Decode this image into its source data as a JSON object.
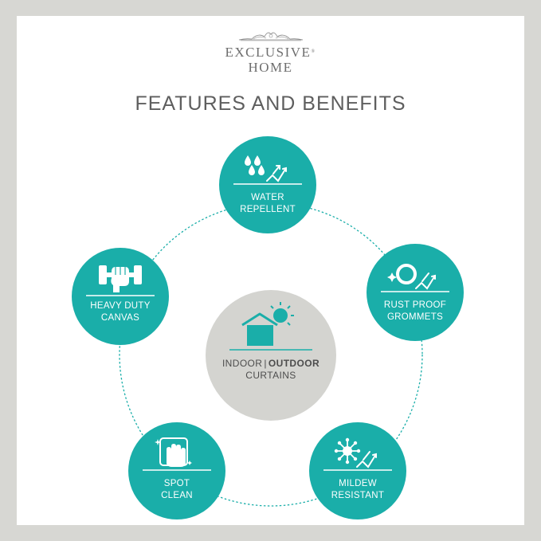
{
  "brand": {
    "line1": "EXCLUSIVE",
    "line2": "HOME",
    "tm": "®"
  },
  "title": "FEATURES AND BENEFITS",
  "colors": {
    "teal": "#1aaea9",
    "center_gray": "#d4d4d0",
    "background": "#d7d7d3",
    "text_gray": "#5e5e5e"
  },
  "center": {
    "word1": "INDOOR",
    "separator": "|",
    "word2": "OUTDOOR",
    "line2": "CURTAINS",
    "icon": "house-sun-icon"
  },
  "features": [
    {
      "line1": "WATER",
      "line2": "REPELLENT",
      "icon": "water-drops-icon"
    },
    {
      "line1": "RUST PROOF",
      "line2": "GROMMETS",
      "icon": "grommet-ring-icon"
    },
    {
      "line1": "MILDEW",
      "line2": "RESISTANT",
      "icon": "mildew-spore-icon"
    },
    {
      "line1": "SPOT",
      "line2": "CLEAN",
      "icon": "wiping-hand-icon"
    },
    {
      "line1": "HEAVY DUTY",
      "line2": "CANVAS",
      "icon": "dumbbell-fist-icon"
    }
  ]
}
